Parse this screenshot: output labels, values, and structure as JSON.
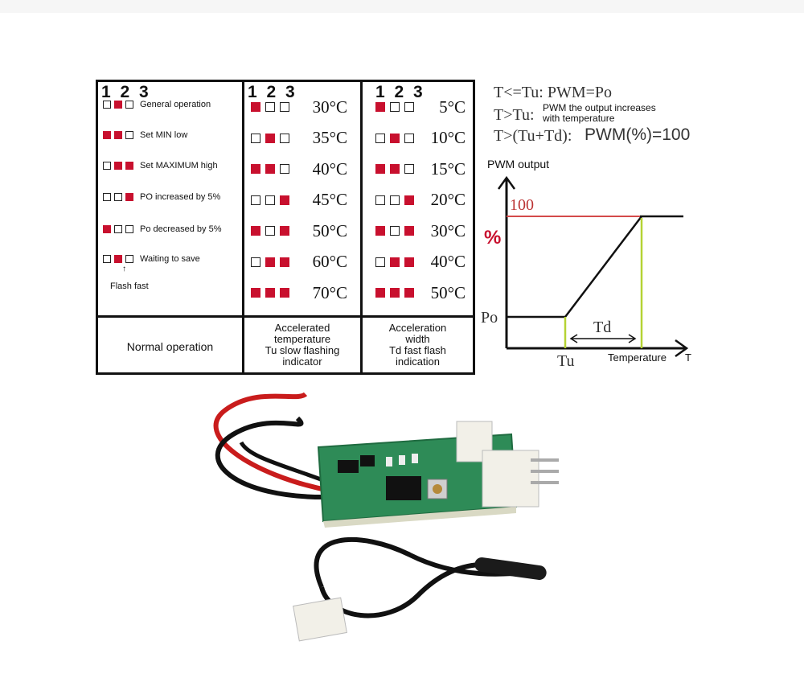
{
  "table": {
    "header_digits": "1 2 3",
    "modes": [
      {
        "label": "General operation",
        "leds": [
          false,
          true,
          false
        ]
      },
      {
        "label": "Set MIN low",
        "leds": [
          true,
          true,
          false
        ]
      },
      {
        "label": "Set MAXIMUM high",
        "leds": [
          false,
          true,
          true
        ]
      },
      {
        "label": "PO increased by 5%",
        "leds": [
          false,
          false,
          true
        ]
      },
      {
        "label": "Po decreased by 5%",
        "leds": [
          true,
          false,
          false
        ]
      },
      {
        "label": "Waiting to save",
        "leds": [
          false,
          true,
          false
        ]
      }
    ],
    "flash_note": "Flash fast",
    "tu_column": [
      {
        "temp": "30°C",
        "leds": [
          true,
          false,
          false
        ]
      },
      {
        "temp": "35°C",
        "leds": [
          false,
          true,
          false
        ]
      },
      {
        "temp": "40°C",
        "leds": [
          true,
          true,
          false
        ]
      },
      {
        "temp": "45°C",
        "leds": [
          false,
          false,
          true
        ]
      },
      {
        "temp": "50°C",
        "leds": [
          true,
          false,
          true
        ]
      },
      {
        "temp": "60°C",
        "leds": [
          false,
          true,
          true
        ]
      },
      {
        "temp": "70°C",
        "leds": [
          true,
          true,
          true
        ]
      }
    ],
    "td_column": [
      {
        "temp": "5°C",
        "leds": [
          true,
          false,
          false
        ]
      },
      {
        "temp": "10°C",
        "leds": [
          false,
          true,
          false
        ]
      },
      {
        "temp": "15°C",
        "leds": [
          true,
          true,
          false
        ]
      },
      {
        "temp": "20°C",
        "leds": [
          false,
          false,
          true
        ]
      },
      {
        "temp": "30°C",
        "leds": [
          true,
          false,
          true
        ]
      },
      {
        "temp": "40°C",
        "leds": [
          false,
          true,
          true
        ]
      },
      {
        "temp": "50°C",
        "leds": [
          true,
          true,
          true
        ]
      }
    ],
    "footer": {
      "col1": "Normal operation",
      "col2": [
        "Accelerated",
        "temperature",
        "Tu slow flashing",
        "indicator"
      ],
      "col3": [
        "Acceleration",
        "width",
        "Td fast flash",
        "indication"
      ]
    }
  },
  "rules": {
    "line1": "T<=Tu:   PWM=Po",
    "line2_prefix": "T>Tu:",
    "line2_text": [
      "PWM the output increases",
      "with temperature"
    ],
    "line3_prefix": "T>(Tu+Td):",
    "line3_value": "PWM(%)=100"
  },
  "graph": {
    "y_title": "PWM output",
    "level_100": "100",
    "percent": "%",
    "po": "Po",
    "td": "Td",
    "tu": "Tu",
    "x_label": "Temperature",
    "t": "T"
  },
  "colors": {
    "led_on": "#c8102e",
    "max_line": "#d44a4a",
    "marker_green": "#b5d334",
    "pcb_green": "#2e8b57"
  }
}
